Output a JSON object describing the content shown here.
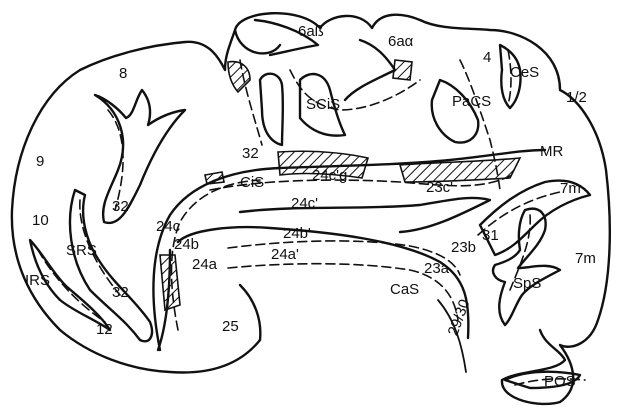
{
  "labels": {
    "a6ab": "6aß",
    "a6aa": "6aα",
    "a4": "4",
    "ces": "CeS",
    "a12": "1/2",
    "pacs": "PaCS",
    "scis": "SCiS",
    "a8": "8",
    "a9": "9",
    "a10": "10",
    "srs": "SRS",
    "irs": "IRS",
    "a12b": "12",
    "a32_top": "32",
    "a32_mid": "32",
    "a32_low": "32",
    "cis": "CiS",
    "a24cg": "24c'g",
    "mr": "MR",
    "a23c": "23c'",
    "a7m_top": "7m",
    "a24cprime": "24c'",
    "a24c": "24c",
    "a24b": "24b",
    "a24bprime": "24b'",
    "a24a": "24a",
    "a24aprime": "24a'",
    "a23b": "23b",
    "a31": "31",
    "a7m_low": "7m",
    "a23a": "23a",
    "cas": "CaS",
    "a2930": "29/30",
    "sps": "SpS",
    "a25": "25",
    "pos": "POS"
  }
}
